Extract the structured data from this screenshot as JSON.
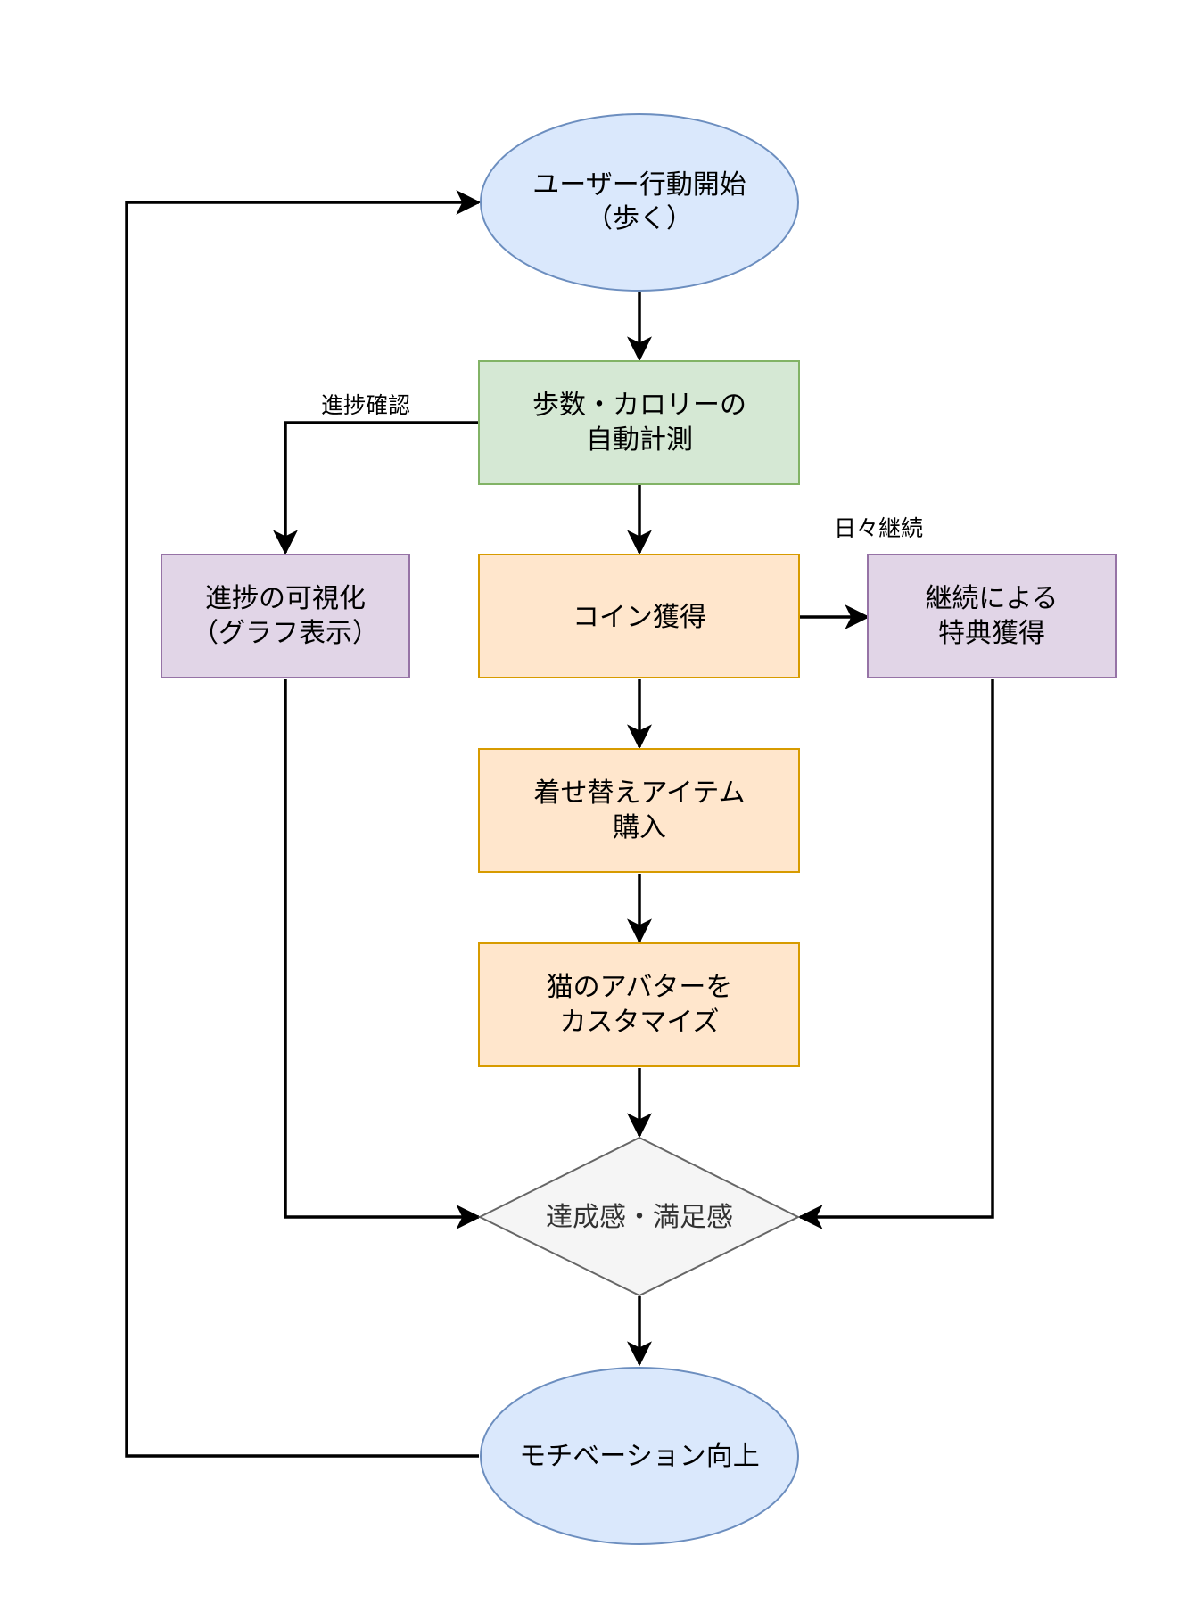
{
  "nodes": {
    "start": {
      "line1": "ユーザー行動開始",
      "line2": "（歩く）"
    },
    "measure": {
      "line1": "歩数・カロリーの",
      "line2": "自動計測"
    },
    "coin": {
      "line1": "コイン獲得"
    },
    "visualize": {
      "line1": "進捗の可視化",
      "line2": "（グラフ表示）"
    },
    "bonus": {
      "line1": "継続による",
      "line2": "特典獲得"
    },
    "purchase": {
      "line1": "着せ替えアイテム",
      "line2": "購入"
    },
    "customize": {
      "line1": "猫のアバターを",
      "line2": "カスタマイズ"
    },
    "achievement": {
      "line1": "達成感・満足感"
    },
    "motivation": {
      "line1": "モチベーション向上"
    }
  },
  "edge_labels": {
    "progress_check": "進捗確認",
    "daily_continue": "日々継続"
  },
  "colors": {
    "ellipse_fill": "#dae8fc",
    "ellipse_stroke": "#6c8ebf",
    "green_fill": "#d5e8d4",
    "green_stroke": "#82b366",
    "orange_fill": "#ffe6cc",
    "orange_stroke": "#d79b00",
    "purple_fill": "#e1d5e7",
    "purple_stroke": "#9673a6",
    "diamond_fill": "#f5f5f5",
    "diamond_stroke": "#666666"
  }
}
